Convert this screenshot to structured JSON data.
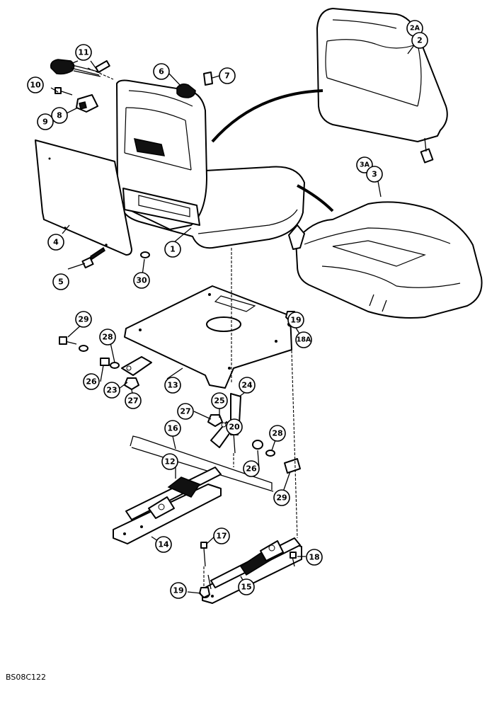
{
  "figure_code": "BS08C122",
  "callouts": [
    {
      "id": "c1",
      "label": "1"
    },
    {
      "id": "c2a",
      "label": "2A"
    },
    {
      "id": "c2",
      "label": "2"
    },
    {
      "id": "c3a",
      "label": "3A"
    },
    {
      "id": "c3",
      "label": "3"
    },
    {
      "id": "c4",
      "label": "4"
    },
    {
      "id": "c5",
      "label": "5"
    },
    {
      "id": "c6",
      "label": "6"
    },
    {
      "id": "c7",
      "label": "7"
    },
    {
      "id": "c8",
      "label": "8"
    },
    {
      "id": "c9",
      "label": "9"
    },
    {
      "id": "c10",
      "label": "10"
    },
    {
      "id": "c11",
      "label": "11"
    },
    {
      "id": "c12",
      "label": "12"
    },
    {
      "id": "c13",
      "label": "13"
    },
    {
      "id": "c14",
      "label": "14"
    },
    {
      "id": "c15",
      "label": "15"
    },
    {
      "id": "c16",
      "label": "16"
    },
    {
      "id": "c17",
      "label": "17"
    },
    {
      "id": "c18",
      "label": "18"
    },
    {
      "id": "c18a",
      "label": "18A"
    },
    {
      "id": "c19a",
      "label": "19"
    },
    {
      "id": "c19b",
      "label": "19"
    },
    {
      "id": "c20",
      "label": "20"
    },
    {
      "id": "c23",
      "label": "23"
    },
    {
      "id": "c24",
      "label": "24"
    },
    {
      "id": "c25",
      "label": "25"
    },
    {
      "id": "c26a",
      "label": "26"
    },
    {
      "id": "c26b",
      "label": "26"
    },
    {
      "id": "c27a",
      "label": "27"
    },
    {
      "id": "c27b",
      "label": "27"
    },
    {
      "id": "c28a",
      "label": "28"
    },
    {
      "id": "c28b",
      "label": "28"
    },
    {
      "id": "c29a",
      "label": "29"
    },
    {
      "id": "c29b",
      "label": "29"
    },
    {
      "id": "c30",
      "label": "30"
    }
  ]
}
